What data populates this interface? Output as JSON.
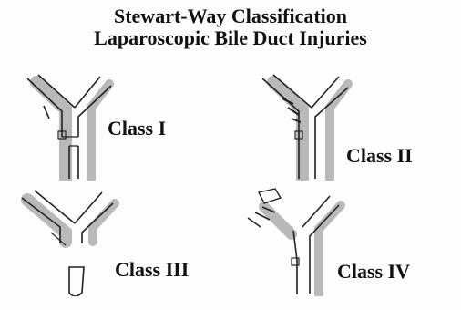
{
  "title": {
    "line1": "Stewart-Way Classification",
    "line2": "Laparoscopic Bile Duct Injuries"
  },
  "panels": [
    {
      "label": "Class I"
    },
    {
      "label": "Class II"
    },
    {
      "label": "Class III"
    },
    {
      "label": "Class IV"
    }
  ],
  "colors": {
    "background": "#fdfdfd",
    "duct_outline": "#222222",
    "artery_shadow": "#b9b9b9"
  }
}
